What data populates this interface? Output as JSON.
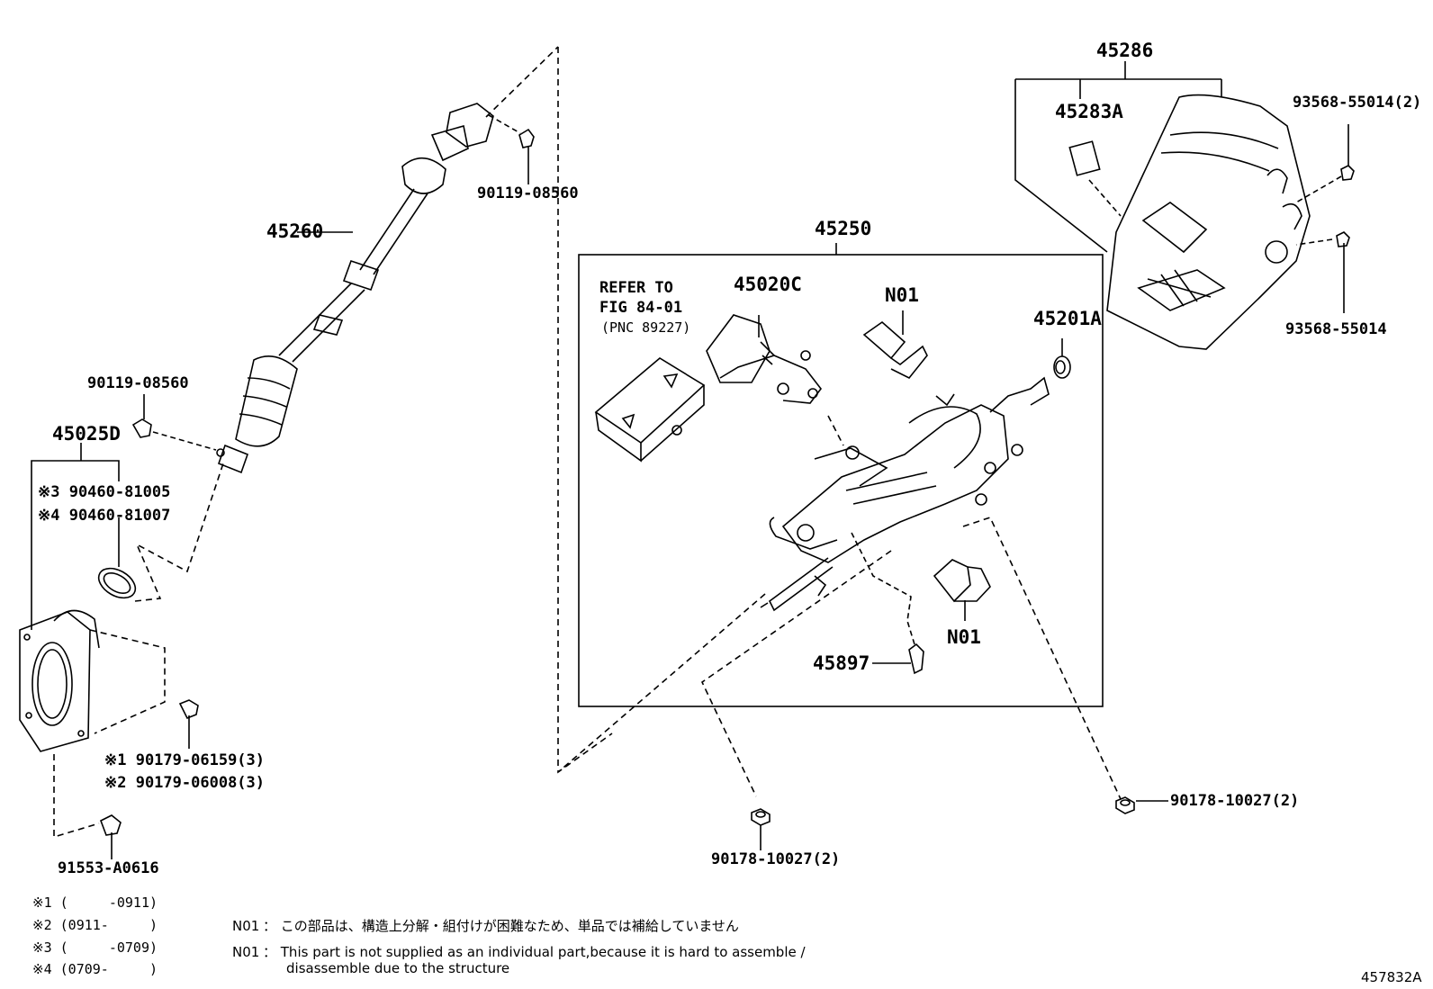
{
  "labels": {
    "p45286": "45286",
    "p45283A": "45283A",
    "p93568_55014_2": "93568-55014(2)",
    "p93568_55014": "93568-55014",
    "p45250": "45250",
    "refer_line1": "REFER TO",
    "refer_line2": "FIG 84-01",
    "refer_line3": "(PNC 89227)",
    "p45020C": "45020C",
    "n01_top": "N01",
    "p45201A": "45201A",
    "n01_bottom": "N01",
    "p45897": "45897",
    "p45260": "45260",
    "p90119_08560_top": "90119-08560",
    "p90119_08560_left": "90119-08560",
    "p45025D": "45025D",
    "alt3": "※3 90460-81005",
    "alt4": "※4 90460-81007",
    "alt1": "※1 90179-06159(3)",
    "alt2": "※2 90179-06008(3)",
    "p91553_A0616": "91553-A0616",
    "p90178_bottom": "90178-10027(2)",
    "p90178_right": "90178-10027(2)"
  },
  "legend": {
    "l1": "※1 (     -0911)",
    "l2": "※2 (0911-     )",
    "l3": "※3 (     -0709)",
    "l4": "※4 (0709-     )"
  },
  "notes": {
    "jp_code": "N01",
    "jp_text": "： この部品は、構造上分解・組付けが困難なため、単品では補給していません",
    "en_code": "N01",
    "en_text_line1": "： This part is not supplied as an individual part,because it is hard to assemble /",
    "en_text_line2": "disassemble due to the structure"
  },
  "figure_id": "457832A"
}
